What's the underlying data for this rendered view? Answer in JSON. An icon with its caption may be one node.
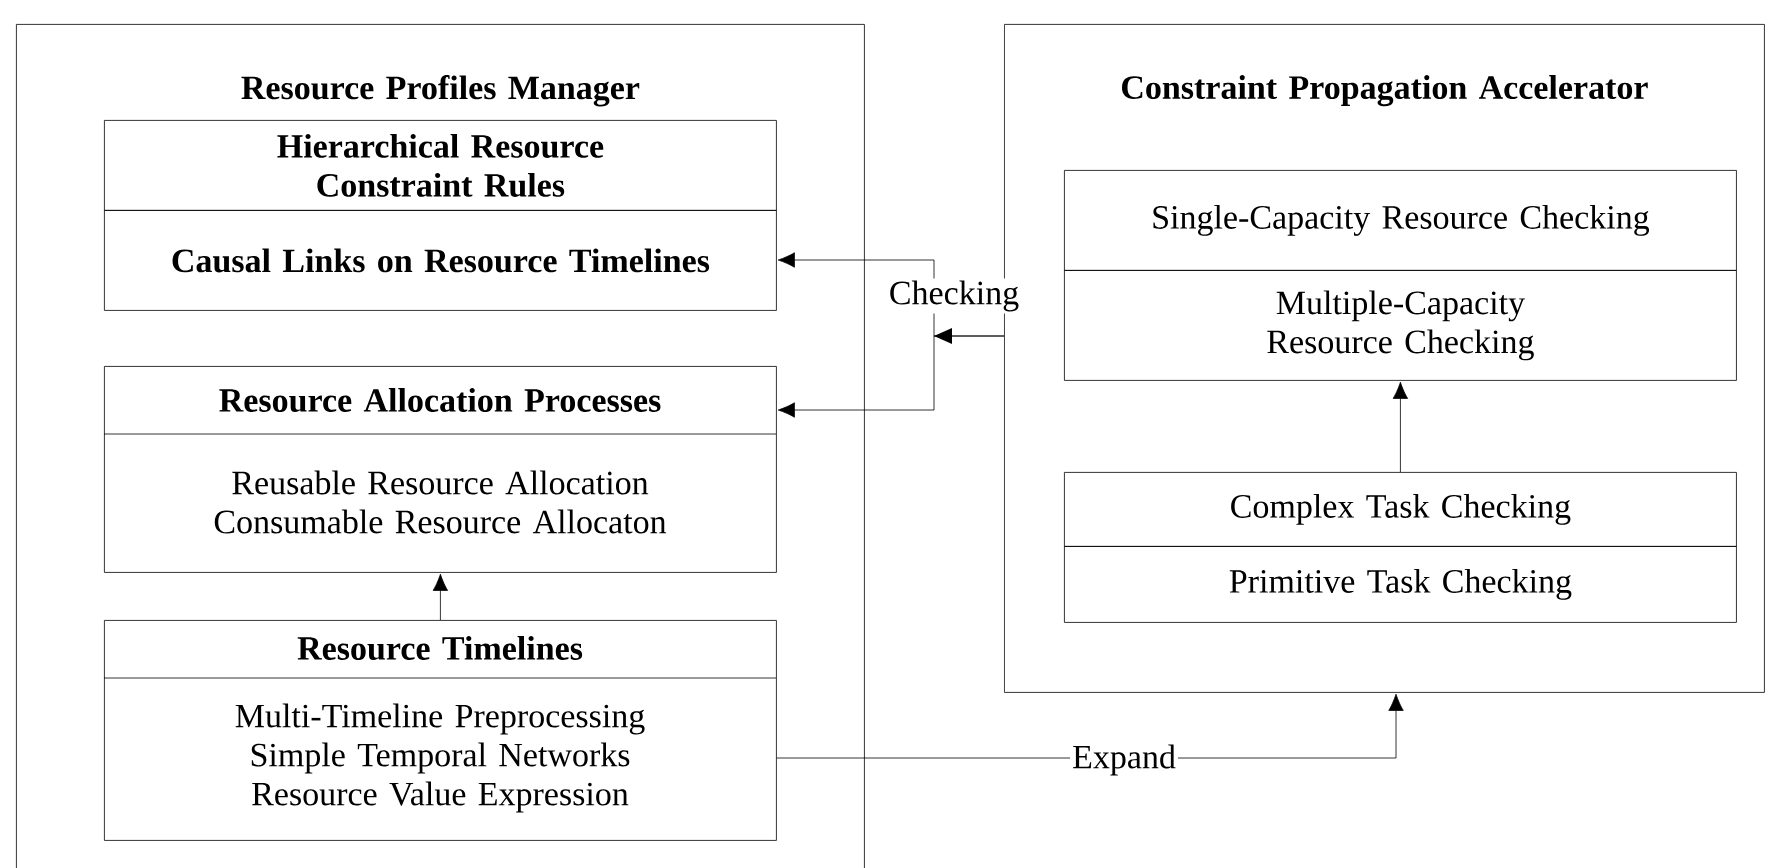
{
  "diagram": {
    "nodes": [
      {
        "text": [
          "Resource Profiles Manager"
        ]
      },
      {
        "text": [
          "Hierarchical Resource Constraint Rules"
        ],
        "in": 0
      },
      {
        "text": [
          "Causal Links on Resource Timelines"
        ],
        "in": 0
      },
      {
        "text": [
          "Resource Allocation Processes",
          "Reusable Resource Allocation Consumable Resource Allocaton"
        ],
        "in": 0
      },
      {
        "text": [
          "Resource Timelines",
          "Multi-Timeline Preprocessing Simple Temporal Networks Resource Value Expression"
        ],
        "in": 0
      },
      {
        "text": [
          "Constraint Propagation Accelerator"
        ]
      },
      {
        "text": [
          "Single-Capacity Resource Checking"
        ],
        "in": 5
      },
      {
        "text": [
          "Multiple-Capacity Resource Checking"
        ],
        "in": 5
      },
      {
        "text": [
          "Complex Task Checking"
        ],
        "in": 5
      },
      {
        "text": [
          "Primitive Task Checking"
        ],
        "in": 5
      }
    ],
    "edges": [
      {
        "from": 5,
        "to": 2,
        "arrow": "to",
        "label": "Checking"
      },
      {
        "from": 5,
        "to": 3,
        "arrow": "to"
      },
      {
        "from": 4,
        "to": 3,
        "arrow": "to"
      },
      {
        "from": 4,
        "to": 5,
        "arrow": "to",
        "label": "Expand"
      },
      {
        "from": 8,
        "to": 7,
        "arrow": "to"
      }
    ]
  }
}
